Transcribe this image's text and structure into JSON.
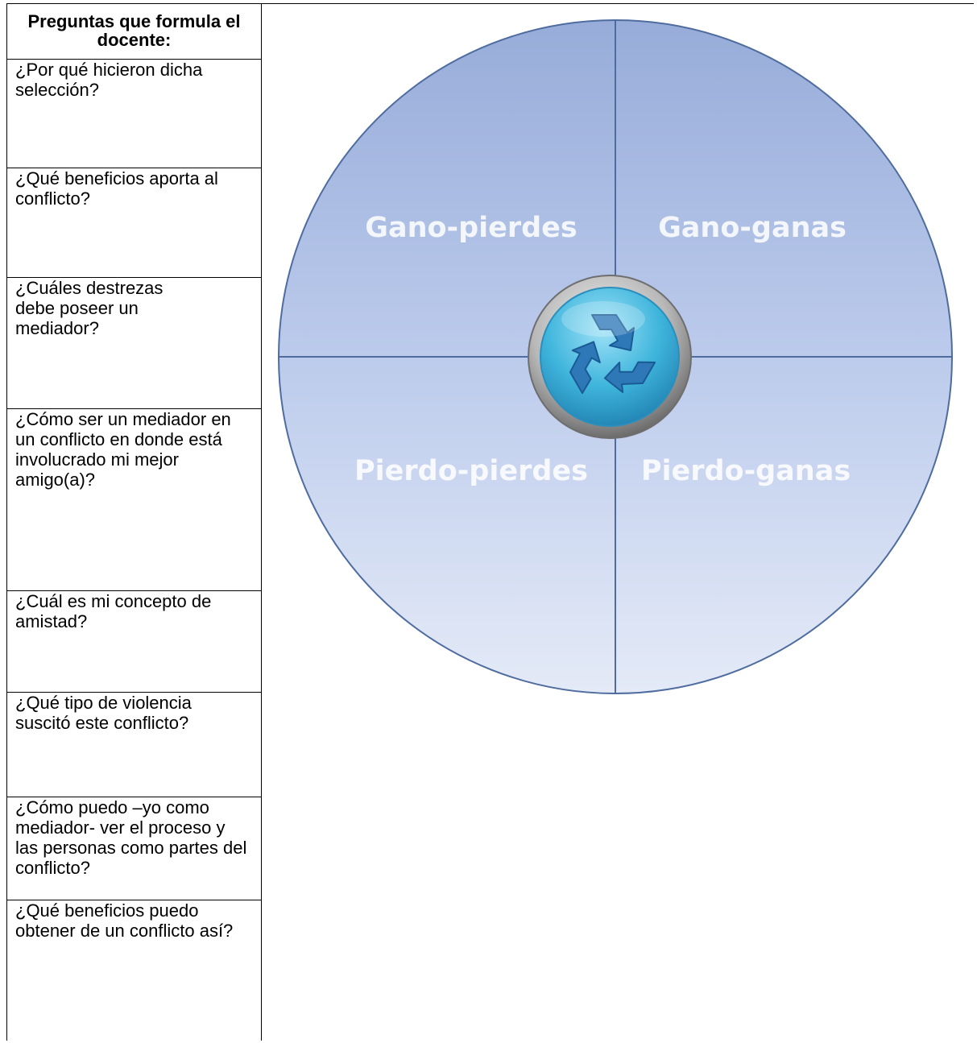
{
  "table": {
    "header": "Preguntas que formula el docente:",
    "questions": [
      "¿Por qué hicieron dicha selección?",
      "¿Qué beneficios aporta al conflicto?",
      "¿Cuáles destrezas debe poseer un mediador?",
      "¿Cómo ser un mediador en un conflicto en donde está involucrado mi mejor amigo(a)?",
      "¿Cuál es mi concepto de amistad?",
      "¿Qué tipo de violencia suscitó este conflicto?",
      "¿Cómo puedo –yo como mediador- ver el proceso y las personas como partes del conflicto?",
      "¿Qué beneficios puedo obtener de un conflicto así?"
    ]
  },
  "diagram": {
    "quadrants": {
      "top_left": "Gano-pierdes",
      "top_right": "Gano-ganas",
      "bottom_left": "Pierdo-pierdes",
      "bottom_right": "Pierdo-ganas"
    },
    "center_icon": "recycle-icon",
    "colors": {
      "fill_top": "#97acd9",
      "fill_bottom": "#e4eaf7",
      "stroke": "#4f6c9f",
      "icon": "#3fb5dc"
    }
  }
}
